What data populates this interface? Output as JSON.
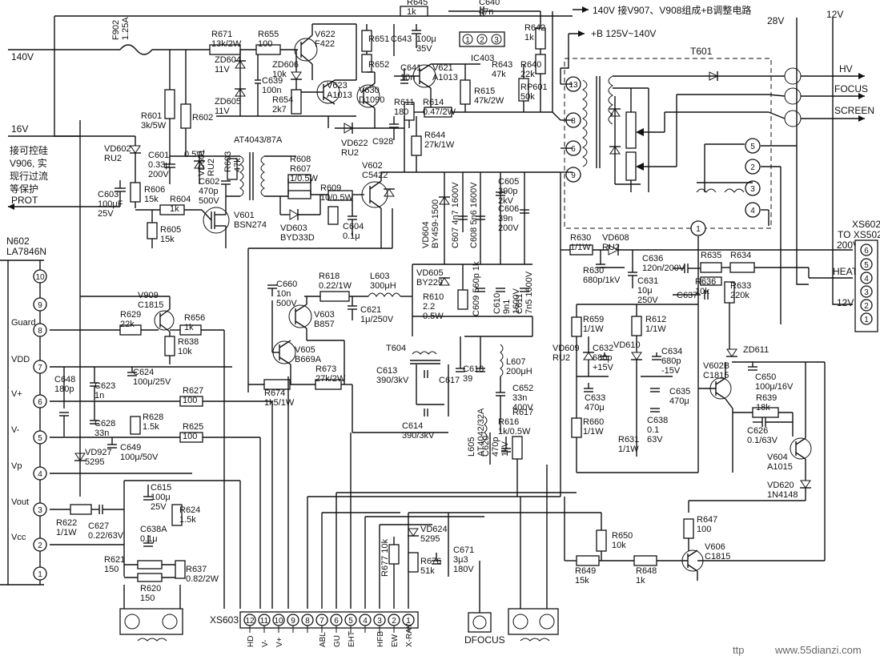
{
  "notes": {
    "top_140v_note": "140V 接V907、V908组成+B调整电路",
    "b_plus_note": "+B 125V~140V",
    "protect_note_lines": [
      "接可控硅",
      "V906, 实",
      "现行过流",
      "等保护"
    ]
  },
  "rails": {
    "v140": "140V",
    "v16": "16V",
    "v28": "28V",
    "v12": "12V",
    "prot": "PROT",
    "v16b": "16V"
  },
  "ic": {
    "name1": "N602",
    "name2": "LA7846N",
    "pins": [
      {
        "num": "10",
        "label": ""
      },
      {
        "num": "9",
        "label": ""
      },
      {
        "num": "8",
        "label": "Guard"
      },
      {
        "num": "7",
        "label": "VDD"
      },
      {
        "num": "6",
        "label": "V+"
      },
      {
        "num": "5",
        "label": "V-"
      },
      {
        "num": "4",
        "label": "Vp"
      },
      {
        "num": "3",
        "label": "Vout"
      },
      {
        "num": "2",
        "label": "Vcc"
      },
      {
        "num": "1",
        "label": ""
      }
    ]
  },
  "xs603": {
    "name": "XS603",
    "pins": [
      "12",
      "11",
      "10",
      "9",
      "8",
      "7",
      "6",
      "5",
      "4",
      "3",
      "2",
      "1"
    ],
    "labels": [
      "HD",
      "V-",
      "V+",
      "",
      "",
      "ABL",
      "GU",
      "EHT",
      "",
      "HFB",
      "EW",
      "X-RAY"
    ]
  },
  "xs602": {
    "name1": "XS602",
    "name2": "TO XS502",
    "pins": [
      "6",
      "5",
      "4",
      "3",
      "2",
      "1"
    ],
    "labels": [
      "200V",
      "",
      "HEAT",
      "",
      "12V",
      ""
    ]
  },
  "t601": {
    "name": "T601",
    "pins_left": [
      "13",
      "8",
      "6",
      "9"
    ],
    "pins_right": [
      "5",
      "2",
      "3",
      "4",
      "1"
    ],
    "outputs": [
      "HV",
      "FOCUS",
      "SCREEN"
    ]
  },
  "dfocus": "DFOCUS",
  "components": [
    {
      "id": "F902",
      "lines": [
        "F902",
        "1.25A"
      ]
    },
    {
      "id": "R671",
      "lines": [
        "R671",
        "13k/2W"
      ]
    },
    {
      "id": "R655",
      "lines": [
        "R655",
        "100"
      ]
    },
    {
      "id": "V622",
      "lines": [
        "V622",
        "F422"
      ]
    },
    {
      "id": "R651",
      "lines": [
        "R651"
      ]
    },
    {
      "id": "C643",
      "lines": [
        "C643"
      ]
    },
    {
      "id": "R645",
      "lines": [
        "R645",
        "1k"
      ]
    },
    {
      "id": "C640",
      "lines": [
        "C640",
        "47n"
      ]
    },
    {
      "id": "C640b",
      "lines": [
        "100μ",
        "35V"
      ]
    },
    {
      "id": "IC403",
      "lines": [
        "IC403"
      ]
    },
    {
      "id": "R642",
      "lines": [
        "R642",
        "1k"
      ]
    },
    {
      "id": "R643",
      "lines": [
        "R643",
        "47k"
      ]
    },
    {
      "id": "R640",
      "lines": [
        "R640",
        "22k"
      ]
    },
    {
      "id": "RP601",
      "lines": [
        "RP601",
        "50k"
      ]
    },
    {
      "id": "ZD604",
      "lines": [
        "ZD604",
        "11V"
      ]
    },
    {
      "id": "ZD605",
      "lines": [
        "ZD605",
        "11V"
      ]
    },
    {
      "id": "ZD606",
      "lines": [
        "ZD606",
        "10k"
      ]
    },
    {
      "id": "C639",
      "lines": [
        "C639",
        "100n"
      ]
    },
    {
      "id": "R654",
      "lines": [
        "R654",
        "2k7"
      ]
    },
    {
      "id": "V623",
      "lines": [
        "V623",
        "A1013"
      ]
    },
    {
      "id": "V630",
      "lines": [
        "V630",
        "D1090"
      ]
    },
    {
      "id": "R652",
      "lines": [
        "R652"
      ]
    },
    {
      "id": "C641",
      "lines": [
        "C641",
        "10n"
      ]
    },
    {
      "id": "V621",
      "lines": [
        "V621",
        "A1013"
      ]
    },
    {
      "id": "R615",
      "lines": [
        "R615",
        "47k/2W"
      ]
    },
    {
      "id": "R611",
      "lines": [
        "R611",
        "180"
      ]
    },
    {
      "id": "R614",
      "lines": [
        "R614",
        "0.47/2W"
      ]
    },
    {
      "id": "VD622",
      "lines": [
        "VD622",
        "RU2"
      ]
    },
    {
      "id": "C928",
      "lines": [
        "C928"
      ]
    },
    {
      "id": "R644",
      "lines": [
        "R644",
        "27k/1W"
      ]
    },
    {
      "id": "R601",
      "lines": [
        "R601",
        "3k/5W"
      ]
    },
    {
      "id": "R602",
      "lines": [
        "R602"
      ]
    },
    {
      "id": "VD602",
      "lines": [
        "VD602",
        "RU2"
      ]
    },
    {
      "id": "C601",
      "lines": [
        "C601",
        "0.33μ",
        "200V"
      ]
    },
    {
      "id": "R605x",
      "lines": [
        "0.5W"
      ]
    },
    {
      "id": "VD601",
      "lines": [
        "VD601",
        "RU2"
      ]
    },
    {
      "id": "AT4043",
      "lines": [
        "AT4043/87A"
      ]
    },
    {
      "id": "R603",
      "lines": [
        "R603",
        "47k"
      ]
    },
    {
      "id": "R608",
      "lines": [
        "R608"
      ]
    },
    {
      "id": "R607",
      "lines": [
        "R607",
        "1/0.5W"
      ]
    },
    {
      "id": "C602",
      "lines": [
        "C602",
        "470p",
        "500V"
      ]
    },
    {
      "id": "R609",
      "lines": [
        "R609",
        "10/0.5W"
      ]
    },
    {
      "id": "V602",
      "lines": [
        "V602",
        "C5422"
      ]
    },
    {
      "id": "C603",
      "lines": [
        "C603",
        "100μF",
        "25V"
      ]
    },
    {
      "id": "R606",
      "lines": [
        "R606",
        "15k"
      ]
    },
    {
      "id": "R604",
      "lines": [
        "R604",
        "1k"
      ]
    },
    {
      "id": "R605",
      "lines": [
        "R605",
        "15k"
      ]
    },
    {
      "id": "V601",
      "lines": [
        "V601",
        "BSN274"
      ]
    },
    {
      "id": "VD603",
      "lines": [
        "VD603",
        "BYD33D"
      ]
    },
    {
      "id": "C604",
      "lines": [
        "C604",
        "0.1μ"
      ]
    },
    {
      "id": "VD604",
      "lines": [
        "VD604",
        "BY459-1500"
      ]
    },
    {
      "id": "C607",
      "lines": [
        "C607 4n7 1600V"
      ]
    },
    {
      "id": "C608",
      "lines": [
        "C608 5n6 1600V"
      ]
    },
    {
      "id": "C605",
      "lines": [
        "C605",
        "390p",
        "2kV"
      ]
    },
    {
      "id": "C606",
      "lines": [
        "C606",
        "39n",
        "200V"
      ]
    },
    {
      "id": "VD605",
      "lines": [
        "VD605",
        "BY229"
      ]
    },
    {
      "id": "R610",
      "lines": [
        "R610",
        "2.2",
        "0.5W"
      ]
    },
    {
      "id": "C609",
      "lines": [
        "C609 560p 1k"
      ]
    },
    {
      "id": "C610",
      "lines": [
        "C610",
        "9n1",
        "1600V"
      ]
    },
    {
      "id": "C611",
      "lines": [
        "C611",
        "7n5 1600V"
      ]
    },
    {
      "id": "C660",
      "lines": [
        "C660",
        "10n",
        "500V"
      ]
    },
    {
      "id": "R618",
      "lines": [
        "R618",
        "0.22/1W"
      ]
    },
    {
      "id": "L603",
      "lines": [
        "L603",
        "300μH"
      ]
    },
    {
      "id": "C621",
      "lines": [
        "C621",
        "1μ/250V"
      ]
    },
    {
      "id": "V603",
      "lines": [
        "V603",
        "B857"
      ]
    },
    {
      "id": "V605",
      "lines": [
        "V605",
        "B669A"
      ]
    },
    {
      "id": "R674",
      "lines": [
        "R674",
        "1k5/1W"
      ]
    },
    {
      "id": "R673",
      "lines": [
        "R673",
        "27k/2W"
      ]
    },
    {
      "id": "V909",
      "lines": [
        "V909",
        "C1815"
      ]
    },
    {
      "id": "R629",
      "lines": [
        "R629",
        "22k"
      ]
    },
    {
      "id": "R656",
      "lines": [
        "R656",
        "1k"
      ]
    },
    {
      "id": "R638",
      "lines": [
        "R638",
        "10k"
      ]
    },
    {
      "id": "C648",
      "lines": [
        "C648",
        "180p"
      ]
    },
    {
      "id": "C623",
      "lines": [
        "C623",
        "1n"
      ]
    },
    {
      "id": "C624",
      "lines": [
        "C624",
        "100μ/25V"
      ]
    },
    {
      "id": "R627",
      "lines": [
        "R627",
        "100"
      ]
    },
    {
      "id": "C628",
      "lines": [
        "C628",
        "33n"
      ]
    },
    {
      "id": "R628",
      "lines": [
        "R628",
        "1.5k"
      ]
    },
    {
      "id": "R625",
      "lines": [
        "R625",
        "100"
      ]
    },
    {
      "id": "VD927",
      "lines": [
        "VD927",
        "5295"
      ]
    },
    {
      "id": "C649",
      "lines": [
        "C649",
        "100μ/50V"
      ]
    },
    {
      "id": "C615",
      "lines": [
        "C615",
        "100μ",
        "25V"
      ]
    },
    {
      "id": "R624",
      "lines": [
        "R624",
        "1.5k"
      ]
    },
    {
      "id": "R622",
      "lines": [
        "R622",
        "1/1W"
      ]
    },
    {
      "id": "C627",
      "lines": [
        "C627",
        "0.22/63V"
      ]
    },
    {
      "id": "C638A",
      "lines": [
        "C638A",
        "0.1μ"
      ]
    },
    {
      "id": "R621",
      "lines": [
        "R621",
        "150"
      ]
    },
    {
      "id": "R620",
      "lines": [
        "R620",
        "150"
      ]
    },
    {
      "id": "R637",
      "lines": [
        "R637",
        "0.82/2W"
      ]
    },
    {
      "id": "T604",
      "lines": [
        "T604"
      ]
    },
    {
      "id": "C613",
      "lines": [
        "C613",
        "390/3kV"
      ]
    },
    {
      "id": "C617",
      "lines": [
        "C617"
      ]
    },
    {
      "id": "C618",
      "lines": [
        "C618",
        "39"
      ]
    },
    {
      "id": "C614",
      "lines": [
        "C614",
        "390/3kV"
      ]
    },
    {
      "id": "L607",
      "lines": [
        "L607",
        "200μH"
      ]
    },
    {
      "id": "C652",
      "lines": [
        "C652",
        "33n",
        "400V"
      ]
    },
    {
      "id": "R617",
      "lines": [
        "R617"
      ]
    },
    {
      "id": "R616",
      "lines": [
        "R616",
        "1k/0.5W"
      ]
    },
    {
      "id": "L605",
      "lines": [
        "L605",
        "AT4042/32A"
      ]
    },
    {
      "id": "C620",
      "lines": [
        "C620",
        "470p",
        "1kV"
      ]
    },
    {
      "id": "VD624",
      "lines": [
        "VD624",
        "5295"
      ]
    },
    {
      "id": "R676",
      "lines": [
        "R676",
        "51k"
      ]
    },
    {
      "id": "C671",
      "lines": [
        "C671",
        "3μ3",
        "180V"
      ]
    },
    {
      "id": "R677",
      "lines": [
        "R677 10k"
      ]
    },
    {
      "id": "R630",
      "lines": [
        "R630",
        "1/1W"
      ]
    },
    {
      "id": "VD608",
      "lines": [
        "VD608",
        "RU2"
      ]
    },
    {
      "id": "R630b",
      "lines": [
        "R630",
        "680p/1kV"
      ]
    },
    {
      "id": "C636",
      "lines": [
        "C636",
        "120n/200V"
      ]
    },
    {
      "id": "R635",
      "lines": [
        "R635"
      ]
    },
    {
      "id": "R634",
      "lines": [
        "R634"
      ]
    },
    {
      "id": "R636",
      "lines": [
        "R636",
        "10k"
      ]
    },
    {
      "id": "C631",
      "lines": [
        "C631",
        "10μ",
        "250V"
      ]
    },
    {
      "id": "C637",
      "lines": [
        "C637"
      ]
    },
    {
      "id": "R633",
      "lines": [
        "R633",
        "220k"
      ]
    },
    {
      "id": "R659",
      "lines": [
        "R659",
        "1/1W"
      ]
    },
    {
      "id": "R612",
      "lines": [
        "R612",
        "1/1W"
      ]
    },
    {
      "id": "VD609",
      "lines": [
        "VD609",
        "RU2"
      ]
    },
    {
      "id": "C632",
      "lines": [
        "C632",
        "680p",
        "+15V"
      ]
    },
    {
      "id": "VD610",
      "lines": [
        "VD610"
      ]
    },
    {
      "id": "C634",
      "lines": [
        "C634",
        "680p",
        "-15V"
      ]
    },
    {
      "id": "C633",
      "lines": [
        "C633",
        "470μ"
      ]
    },
    {
      "id": "C635",
      "lines": [
        "C635",
        "470μ"
      ]
    },
    {
      "id": "R660",
      "lines": [
        "R660",
        "1/1W"
      ]
    },
    {
      "id": "C638",
      "lines": [
        "C638",
        "0.1",
        "63V"
      ]
    },
    {
      "id": "R631",
      "lines": [
        "R631",
        "1/1W"
      ]
    },
    {
      "id": "ZD611",
      "lines": [
        "ZD611"
      ]
    },
    {
      "id": "V602B",
      "lines": [
        "V602B",
        "C1815"
      ]
    },
    {
      "id": "C650",
      "lines": [
        "C650",
        "100μ/16V"
      ]
    },
    {
      "id": "R639",
      "lines": [
        "R639",
        "18k"
      ]
    },
    {
      "id": "C626",
      "lines": [
        "C626",
        "0.1/63V"
      ]
    },
    {
      "id": "V604",
      "lines": [
        "V604",
        "A1015"
      ]
    },
    {
      "id": "VD620",
      "lines": [
        "VD620",
        "1N4148"
      ]
    },
    {
      "id": "R650",
      "lines": [
        "R650",
        "10k"
      ]
    },
    {
      "id": "R647",
      "lines": [
        "R647",
        "100"
      ]
    },
    {
      "id": "V606",
      "lines": [
        "V606",
        "C1815"
      ]
    },
    {
      "id": "R649",
      "lines": [
        "R649",
        "15k"
      ]
    },
    {
      "id": "R648",
      "lines": [
        "R648",
        "1k"
      ]
    }
  ],
  "watermark": {
    "prefix": "ttp",
    "site": "www.55dianzi.com"
  }
}
